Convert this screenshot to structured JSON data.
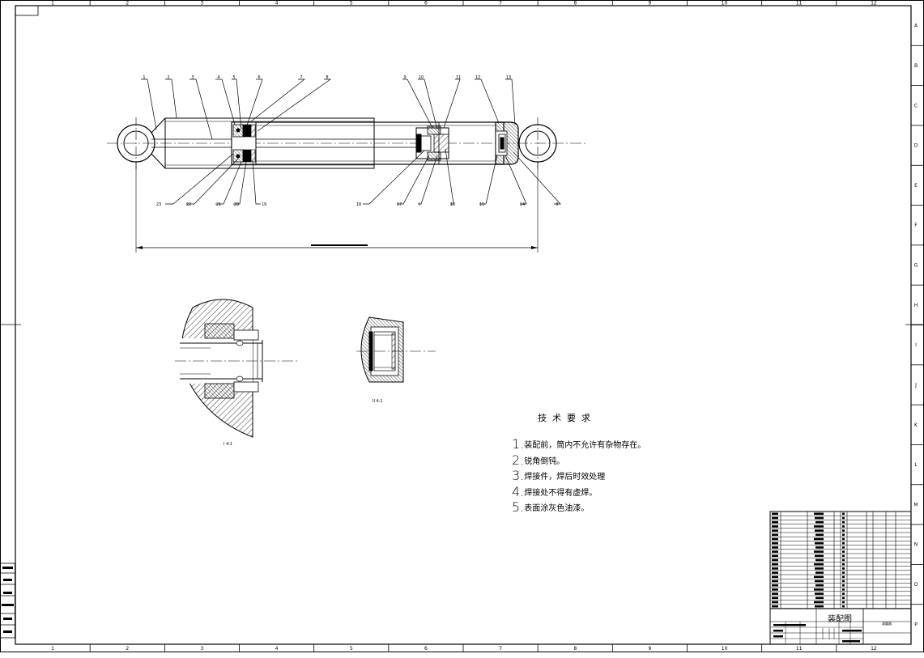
{
  "grid": {
    "columns": [
      "1",
      "2",
      "3",
      "4",
      "5",
      "6",
      "7",
      "8",
      "9",
      "10",
      "11",
      "12"
    ],
    "rows": [
      "A",
      "B",
      "C",
      "D",
      "E",
      "F",
      "G",
      "H",
      "I",
      "J",
      "K",
      "L",
      "M",
      "N",
      "O",
      "P"
    ]
  },
  "balloons_top": [
    "1",
    "2",
    "3",
    "4",
    "5",
    "6",
    "7",
    "8",
    "9",
    "10",
    "11",
    "12",
    "13"
  ],
  "balloons_bottom": [
    "23",
    "22",
    "21",
    "20",
    "19",
    "18",
    "17",
    "I",
    "16",
    "15",
    "14",
    "II"
  ],
  "detail_labels": {
    "detail_i": "I 4:1",
    "detail_ii": "II 4:1"
  },
  "tech_requirements": {
    "title": "技术要求",
    "items": [
      {
        "num": "1.",
        "text": "装配前，筒内不允许有杂物存在。"
      },
      {
        "num": "2.",
        "text": "锐角倒钝。"
      },
      {
        "num": "3.",
        "text": "焊接件，焊后时效处理"
      },
      {
        "num": "4.",
        "text": "焊接处不得有虚焊。"
      },
      {
        "num": "5.",
        "text": "表面涂灰色油漆。"
      }
    ]
  },
  "title_block": {
    "drawing_title": "装配图",
    "drawing_name": "减震器"
  }
}
